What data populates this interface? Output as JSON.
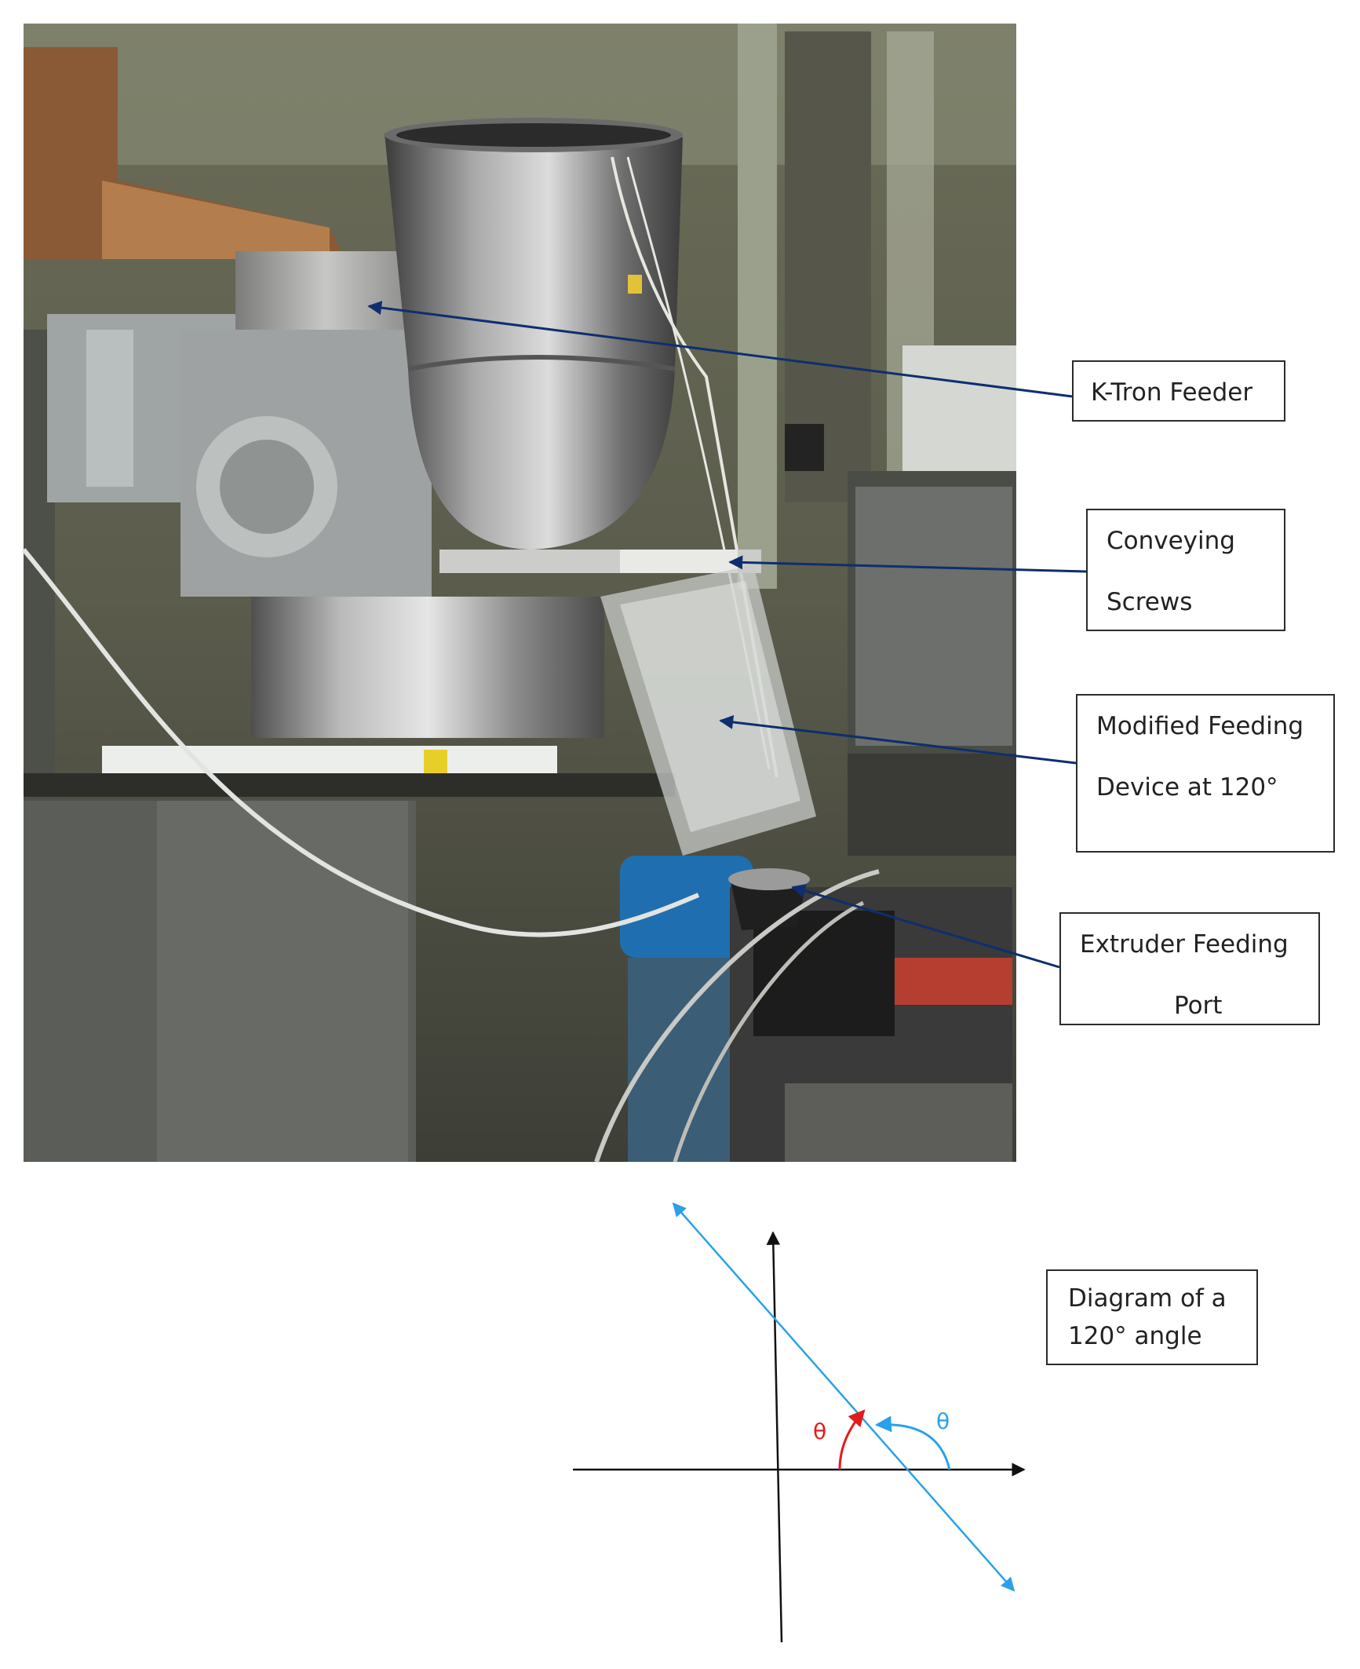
{
  "photo_description_icon": "industrial-feeder-photo",
  "labels": {
    "ktron": "K-Tron Feeder",
    "screws_line1": "Conveying",
    "screws_line2": "Screws",
    "modified_line1": "Modified Feeding",
    "modified_line2": "Device at 120°",
    "extruder_line1": "Extruder Feeding",
    "extruder_line2": "Port",
    "diagram_line1": "Diagram of a",
    "diagram_line2": "120° angle"
  },
  "diagram": {
    "theta_left": "θ",
    "theta_right": "θ",
    "line_color": "#2aa1e8",
    "left_arc_color": "#e21b1b",
    "axis_color": "#111111"
  },
  "arrow_color": "#0d2f6e"
}
